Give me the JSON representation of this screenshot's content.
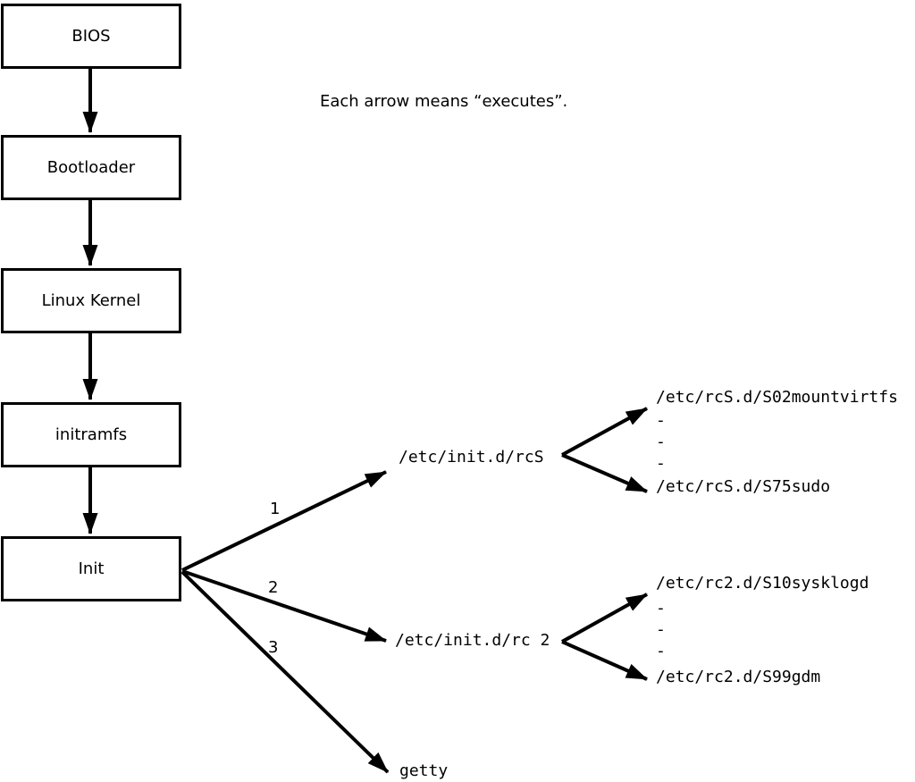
{
  "diagram": {
    "note": "Each arrow means “executes”.",
    "colors": {
      "background": "#ffffff",
      "line": "#000000",
      "text": "#000000"
    },
    "boot_chain": [
      {
        "label": "BIOS"
      },
      {
        "label": "Bootloader"
      },
      {
        "label": "Linux Kernel"
      },
      {
        "label": "initramfs"
      },
      {
        "label": "Init"
      }
    ],
    "init_branches": [
      {
        "number": "1",
        "target": "/etc/init.d/rcS"
      },
      {
        "number": "2",
        "target": "/etc/init.d/rc 2"
      },
      {
        "number": "3",
        "target": "getty"
      }
    ],
    "fanouts": [
      {
        "source": "/etc/init.d/rcS",
        "lines": [
          "/etc/rcS.d/S02mountvirtfs",
          "-",
          "-",
          "-",
          "/etc/rcS.d/S75sudo"
        ]
      },
      {
        "source": "/etc/init.d/rc 2",
        "lines": [
          "/etc/rc2.d/S10sysklogd",
          "-",
          "-",
          "-",
          "/etc/rc2.d/S99gdm"
        ]
      }
    ]
  }
}
